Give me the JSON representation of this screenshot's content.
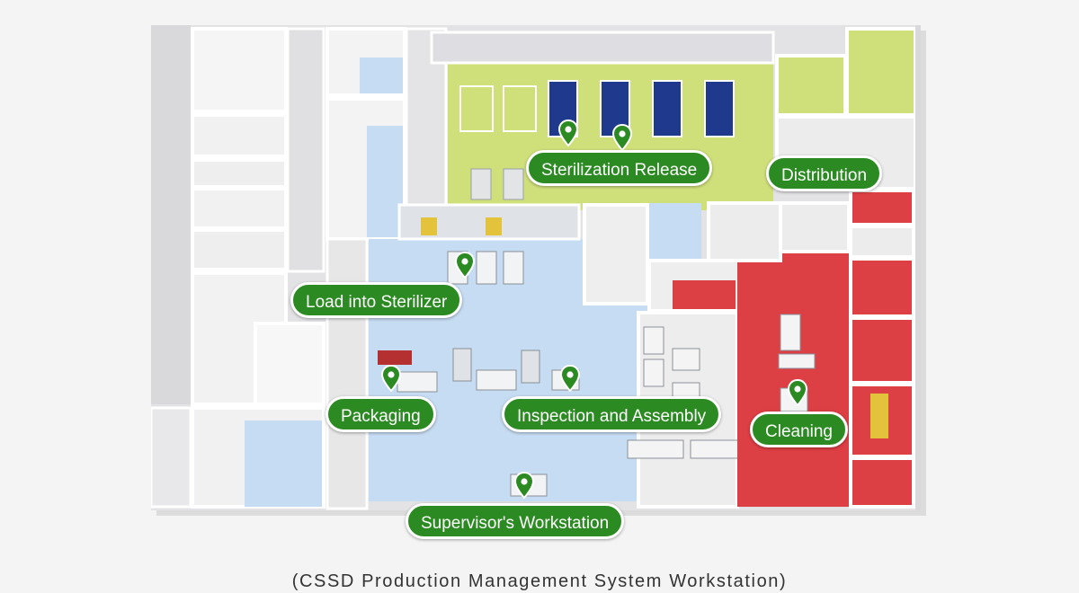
{
  "diagram": {
    "zones": [
      {
        "name": "sterile-zone",
        "color": "#cfe07a"
      },
      {
        "name": "clean-zone",
        "color": "#c6dcf2"
      },
      {
        "name": "dirty-zone",
        "color": "#dc3f44"
      }
    ],
    "labels": {
      "sterilization_release": "Sterilization Release",
      "distribution": "Distribution",
      "load_into_sterilizer": "Load into Sterilizer",
      "packaging": "Packaging",
      "inspection_and_assembly": "Inspection and Assembly",
      "cleaning": "Cleaning",
      "supervisor_workstation": "Supervisor's Workstation"
    },
    "label_color": "#2b8a22",
    "pin_icon": "map-pin-icon"
  },
  "caption": "(CSSD Production Management System Workstation)"
}
